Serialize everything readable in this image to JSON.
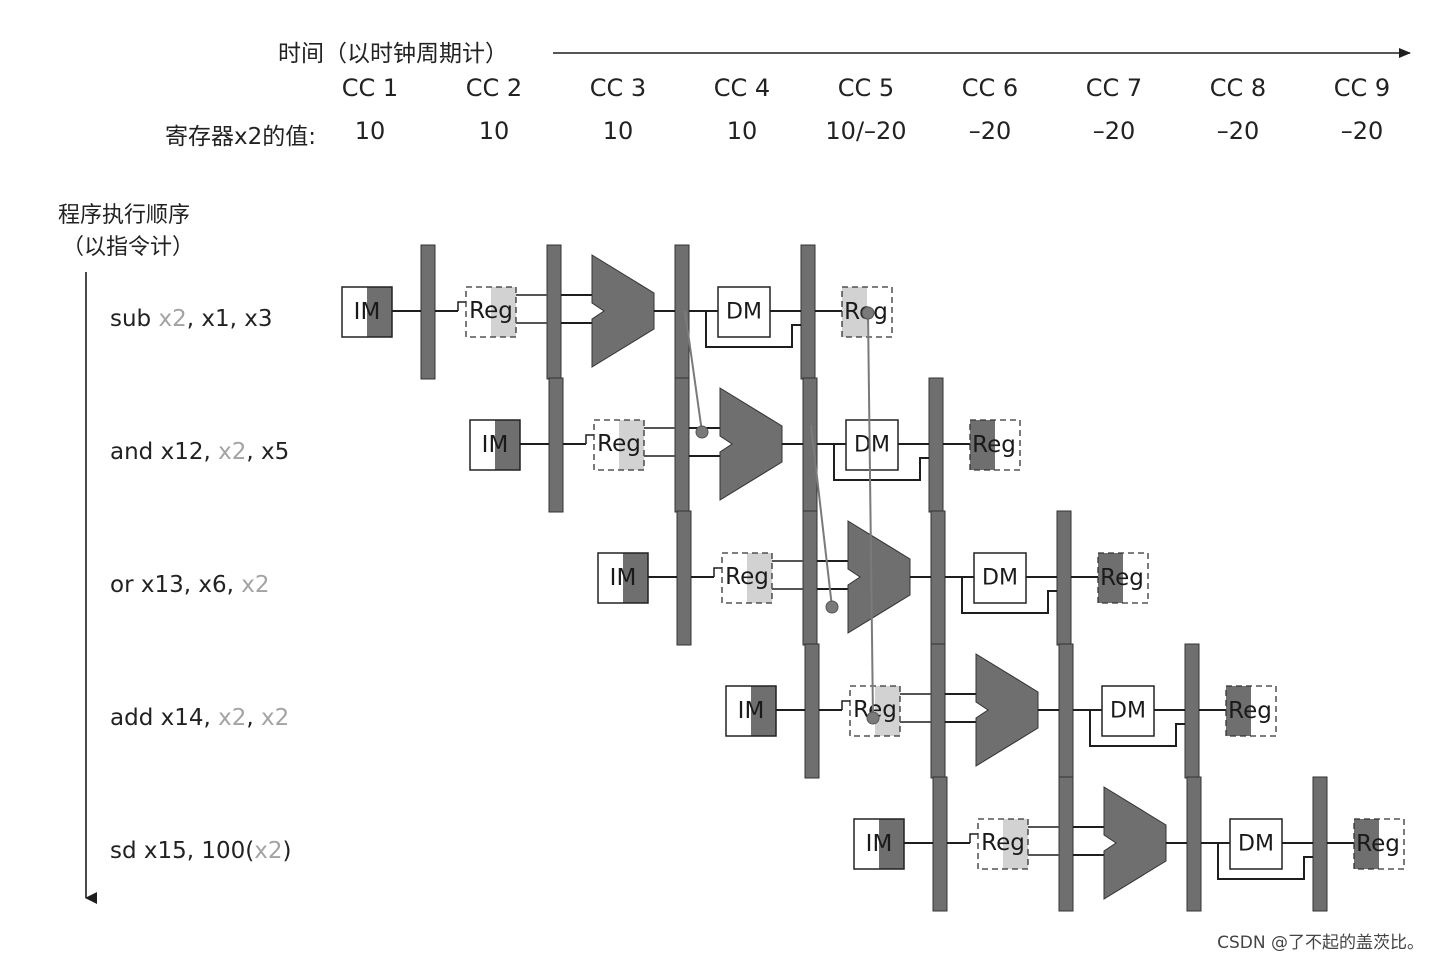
{
  "header": {
    "axis_title": "时间（以时钟周期计）",
    "cycles": [
      "CC 1",
      "CC 2",
      "CC 3",
      "CC 4",
      "CC 5",
      "CC 6",
      "CC 7",
      "CC 8",
      "CC 9"
    ],
    "register_label": "寄存器x2的值:",
    "register_values": [
      "10",
      "10",
      "10",
      "10",
      "10/–20",
      "–20",
      "–20",
      "–20",
      "–20"
    ]
  },
  "side": {
    "order_line1": "程序执行顺序",
    "order_line2": "（以指令计）"
  },
  "instructions": [
    {
      "parts": [
        {
          "text": "sub ",
          "hl": false
        },
        {
          "text": "x2",
          "hl": true
        },
        {
          "text": ", x1, x3",
          "hl": false
        }
      ]
    },
    {
      "parts": [
        {
          "text": "and x12, ",
          "hl": false
        },
        {
          "text": "x2",
          "hl": true
        },
        {
          "text": ", x5",
          "hl": false
        }
      ]
    },
    {
      "parts": [
        {
          "text": "or x13, x6, ",
          "hl": false
        },
        {
          "text": "x2",
          "hl": true
        }
      ]
    },
    {
      "parts": [
        {
          "text": "add x14, ",
          "hl": false
        },
        {
          "text": "x2",
          "hl": true
        },
        {
          "text": ", ",
          "hl": false
        },
        {
          "text": "x2",
          "hl": true
        }
      ]
    },
    {
      "parts": [
        {
          "text": "sd x15, 100(",
          "hl": false
        },
        {
          "text": "x2",
          "hl": true
        },
        {
          "text": ")",
          "hl": false
        }
      ]
    }
  ],
  "stage_labels": {
    "im": "IM",
    "reg": "Reg",
    "dm": "DM"
  },
  "colors": {
    "dark": "#6f6f6f",
    "light": "#d2d2d2",
    "line": "#1e1e1e",
    "forward": "#7a7a7a",
    "highlight_text": "#a3a3a3"
  },
  "watermark": "CSDN @了不起的盖茨比。"
}
